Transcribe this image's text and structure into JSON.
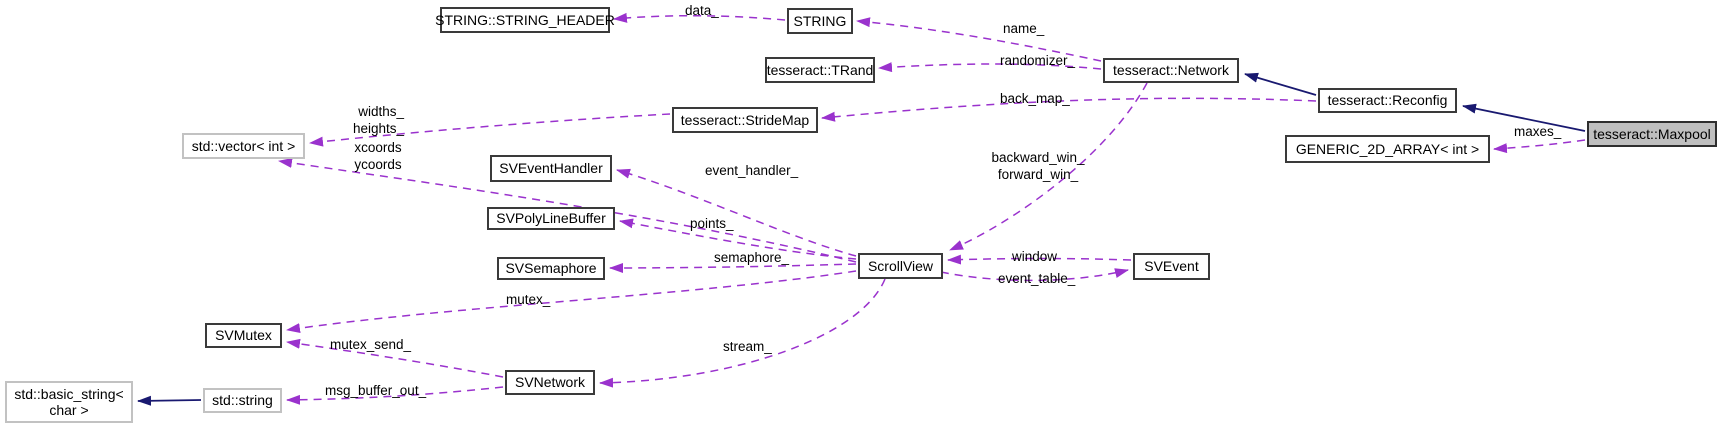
{
  "diagram": {
    "title": "Collaboration diagram for tesseract::Maxpool",
    "nodes": {
      "string_header": {
        "label": "STRING::STRING_HEADER"
      },
      "string": {
        "label": "STRING"
      },
      "trand": {
        "label": "tesseract::TRand"
      },
      "network": {
        "label": "tesseract::Network"
      },
      "reconfig": {
        "label": "tesseract::Reconfig"
      },
      "maxpool": {
        "label": "tesseract::Maxpool"
      },
      "generic2d": {
        "label": "GENERIC_2D_ARRAY< int >"
      },
      "stdvector": {
        "label": "std::vector< int >"
      },
      "stridemap": {
        "label": "tesseract::StrideMap"
      },
      "sveventhandler": {
        "label": "SVEventHandler"
      },
      "svpolylinebuffer": {
        "label": "SVPolyLineBuffer"
      },
      "svsemaphore": {
        "label": "SVSemaphore"
      },
      "scrollview": {
        "label": "ScrollView"
      },
      "svevent": {
        "label": "SVEvent"
      },
      "svmutex": {
        "label": "SVMutex"
      },
      "svnetwork": {
        "label": "SVNetwork"
      },
      "stdstring": {
        "label": "std::string"
      },
      "basicstring": {
        "label": "std::basic_string<\nchar >"
      }
    },
    "edge_labels": {
      "data": "data_",
      "name": "name_",
      "randomizer": "randomizer_",
      "back_map": "back_map_",
      "widths_heights": "widths_\nheights_",
      "xcoords_ycoords": "xcoords\nycoords",
      "event_handler": "event_handler_",
      "points": "points_",
      "semaphore": "semaphore_",
      "backward_forward_win": "backward_win_\nforward_win_",
      "window": "window",
      "event_table": "event_table_",
      "maxes": "maxes_",
      "mutex": "mutex_",
      "mutex_send": "mutex_send_",
      "stream": "stream_",
      "msg_buffer_out": "msg_buffer_out_"
    },
    "edges": [
      {
        "from": "string",
        "to": "string_header",
        "type": "dashed",
        "label_key": "data"
      },
      {
        "from": "network",
        "to": "string",
        "type": "dashed",
        "label_key": "name"
      },
      {
        "from": "network",
        "to": "trand",
        "type": "dashed",
        "label_key": "randomizer"
      },
      {
        "from": "reconfig",
        "to": "network",
        "type": "solid",
        "label_key": null
      },
      {
        "from": "maxpool",
        "to": "reconfig",
        "type": "solid",
        "label_key": null
      },
      {
        "from": "maxpool",
        "to": "generic2d",
        "type": "dashed",
        "label_key": "maxes"
      },
      {
        "from": "reconfig",
        "to": "stridemap",
        "type": "dashed",
        "label_key": "back_map"
      },
      {
        "from": "stridemap",
        "to": "stdvector",
        "type": "dashed",
        "label_key": "widths_heights"
      },
      {
        "from": "scrollview",
        "to": "stdvector",
        "type": "dashed",
        "label_key": "xcoords_ycoords"
      },
      {
        "from": "scrollview",
        "to": "sveventhandler",
        "type": "dashed",
        "label_key": "event_handler"
      },
      {
        "from": "scrollview",
        "to": "svpolylinebuffer",
        "type": "dashed",
        "label_key": "points"
      },
      {
        "from": "scrollview",
        "to": "svsemaphore",
        "type": "dashed",
        "label_key": "semaphore"
      },
      {
        "from": "scrollview",
        "to": "svmutex",
        "type": "dashed",
        "label_key": "mutex"
      },
      {
        "from": "scrollview",
        "to": "svnetwork",
        "type": "dashed",
        "label_key": "stream"
      },
      {
        "from": "network",
        "to": "scrollview",
        "type": "dashed",
        "label_key": "backward_forward_win"
      },
      {
        "from": "svevent",
        "to": "scrollview",
        "type": "dashed",
        "label_key": "window"
      },
      {
        "from": "scrollview",
        "to": "svevent",
        "type": "dashed",
        "label_key": "event_table"
      },
      {
        "from": "svnetwork",
        "to": "svmutex",
        "type": "dashed",
        "label_key": "mutex_send"
      },
      {
        "from": "svnetwork",
        "to": "stdstring",
        "type": "dashed",
        "label_key": "msg_buffer_out"
      },
      {
        "from": "stdstring",
        "to": "basicstring",
        "type": "solid",
        "label_key": null
      }
    ],
    "colors": {
      "background": "#ffffff",
      "edge_dashed": "#9a32cd",
      "edge_solid": "#191970",
      "node_border": "#3a3a3a",
      "external_node_border": "#c2c2c2",
      "highlight_node_fill": "#bfbfbf",
      "text": "#000000"
    }
  }
}
